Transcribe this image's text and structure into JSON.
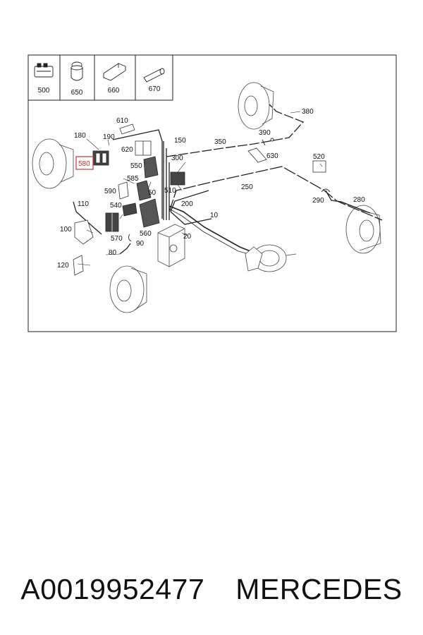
{
  "legend_items": [
    {
      "label": "500",
      "icon": "connector-plug-icon"
    },
    {
      "label": "650",
      "icon": "grommet-icon"
    },
    {
      "label": "660",
      "icon": "hex-sleeve-icon"
    },
    {
      "label": "670",
      "icon": "tube-sleeve-icon"
    }
  ],
  "callouts": {
    "c610": "610",
    "c180": "180",
    "c190": "190",
    "c620": "620",
    "c150": "150",
    "c580": "580",
    "c550": "550",
    "c585": "585",
    "c590": "590",
    "c540": "540",
    "c50": "50",
    "c110": "110",
    "c560": "560",
    "c570": "570",
    "c90": "90",
    "c100": "100",
    "c80": "80",
    "c120": "120",
    "c380": "380",
    "c390": "390",
    "c350": "350",
    "c300": "300",
    "c630": "630",
    "c520": "520",
    "c250": "250",
    "c510": "510",
    "c200": "200",
    "c290": "290",
    "c280": "280",
    "c10": "10",
    "c20": "20"
  },
  "highlight": {
    "label": "580",
    "color": "#c83232"
  },
  "caption": {
    "part_number": "A0019952477",
    "brand": "MERCEDES"
  }
}
